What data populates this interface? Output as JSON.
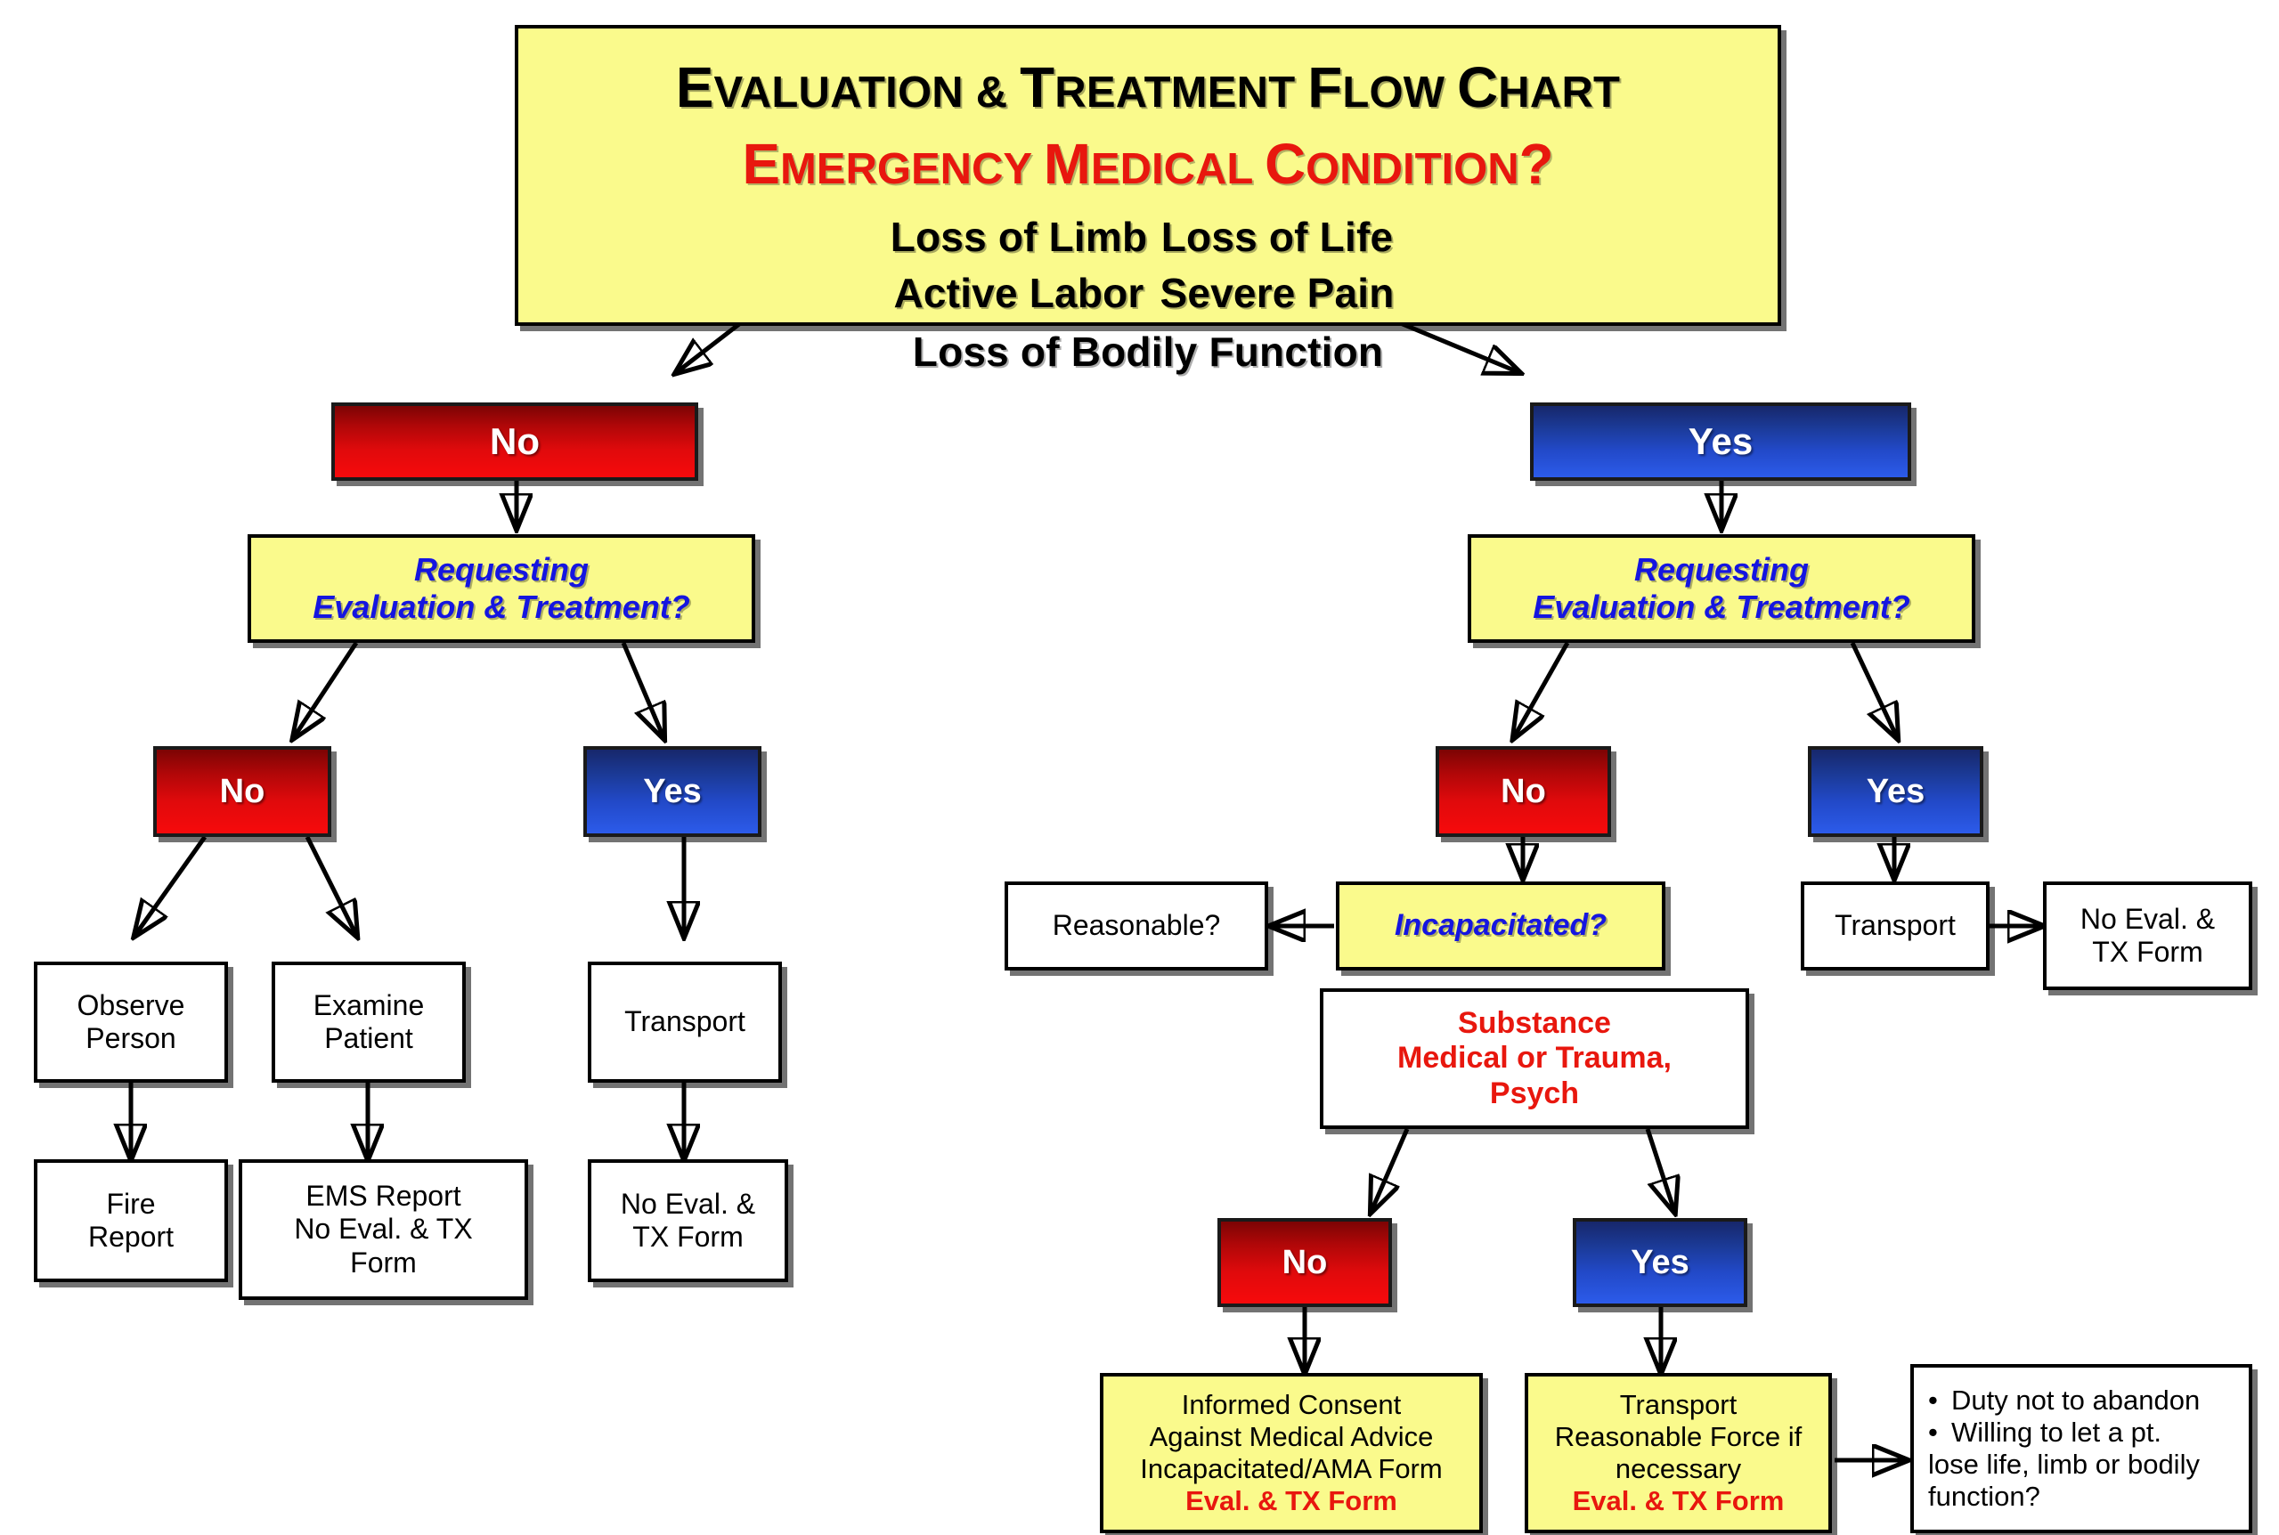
{
  "header": {
    "title_line": "EVALUATION & TREATMENT FLOW CHART",
    "question_line": "EMERGENCY MEDICAL CONDITION?",
    "criteria_left": [
      "Loss of Limb",
      "Active Labor"
    ],
    "criteria_right": [
      "Loss of Life",
      "Severe Pain"
    ],
    "criteria_bottom": "Loss of Bodily Function",
    "title_words": [
      "E",
      "VALUATION",
      "&",
      "T",
      "REATMENT",
      "F",
      "LOW",
      "C",
      "HART"
    ],
    "question_words": [
      "E",
      "MERGENCY",
      "M",
      "EDICAL",
      "C",
      "ONDITION",
      "?"
    ]
  },
  "labels": {
    "no": "No",
    "yes": "Yes"
  },
  "left_branch": {
    "decision_label": "No",
    "question": {
      "line1": "Requesting",
      "line2": "Evaluation & Treatment?"
    },
    "no_label": "No",
    "yes_label": "Yes",
    "observe_person": {
      "line1": "Observe",
      "line2": "Person"
    },
    "examine_patient": {
      "line1": "Examine",
      "line2": "Patient"
    },
    "transport": "Transport",
    "fire_report": {
      "line1": "Fire",
      "line2": "Report"
    },
    "ems_report": {
      "line1": "EMS Report",
      "line2": "No Eval. & TX",
      "line3": "Form"
    },
    "no_eval_tx": {
      "line1": "No Eval. &",
      "line2": "TX Form"
    }
  },
  "right_branch": {
    "decision_label": "Yes",
    "question": {
      "line1": "Requesting",
      "line2": "Evaluation & Treatment?"
    },
    "no_label": "No",
    "yes_label": "Yes",
    "incapacitated": "Incapacitated?",
    "reasonable": "Reasonable?",
    "transport": "Transport",
    "no_eval_tx": {
      "line1": "No Eval. &",
      "line2": "TX Form"
    },
    "substance": {
      "line1": "Substance",
      "line2": "Medical or Trauma,",
      "line3": "Psych"
    },
    "sub_no_label": "No",
    "sub_yes_label": "Yes",
    "informed_consent": {
      "line1": "Informed Consent",
      "line2": "Against Medical Advice",
      "line3": "Incapacitated/AMA Form",
      "line4": "Eval. & TX Form"
    },
    "transport_force": {
      "line1": "Transport",
      "line2": "Reasonable Force if",
      "line3": "necessary",
      "line4": "Eval. & TX Form"
    },
    "duty_notes": {
      "bullet1": "Duty not to abandon",
      "bullet2": "Willing to let a pt.",
      "cont1": "lose life, limb or bodily",
      "cont2": "function?"
    }
  },
  "colors": {
    "yellow_fill": "#FAFA8C",
    "red_gradient_top": "#7C0404",
    "red_gradient_bottom": "#F70A0C",
    "blue_gradient_top": "#17276B",
    "blue_gradient_bottom": "#2C5BEA",
    "accent_red_text": "#E8170E",
    "accent_blue_text": "#1515E0",
    "border": "#000000"
  }
}
